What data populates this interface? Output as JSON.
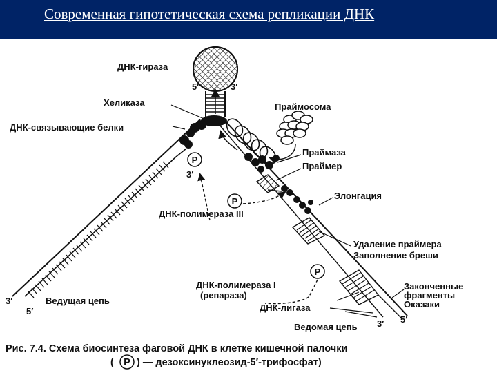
{
  "header": {
    "title": "Современная гипотетическая схема репликации ДНК"
  },
  "labels": {
    "gyrase": "ДНК-гираза",
    "helicase": "Хеликаза",
    "binding_proteins": "ДНК-связывающие белки",
    "primosome": "Праймосома",
    "primase": "Праймаза",
    "primer": "Праймер",
    "elongation": "Элонгация",
    "polymerase3": "ДНК-полимераза III",
    "primer_removal_1": "Удаление праймера",
    "primer_removal_2": "Заполнение бреши",
    "okazaki_1": "Законченные",
    "okazaki_2": "фрагменты",
    "okazaki_3": "Оказаки",
    "polymerase1": "ДНК-полимераза I",
    "reparase": "(репараза)",
    "ligase": "ДНК-лигаза",
    "leading": "Ведущая цепь",
    "lagging": "Ведомая цепь",
    "p": "P",
    "five_top": "5′",
    "three_top": "3′",
    "three_left": "3′",
    "five_left": "5′",
    "three_right": "3′",
    "five_right": "5′",
    "three_p": "3′"
  },
  "caption": {
    "line1": "Рис. 7.4. Схема биосинтеза фаговой ДНК в клетке кишечной палочки",
    "line2_open": "(",
    "line2_p": "P",
    "line2_rest": ") — дезоксинуклеозид-5′-трифосфат)"
  }
}
